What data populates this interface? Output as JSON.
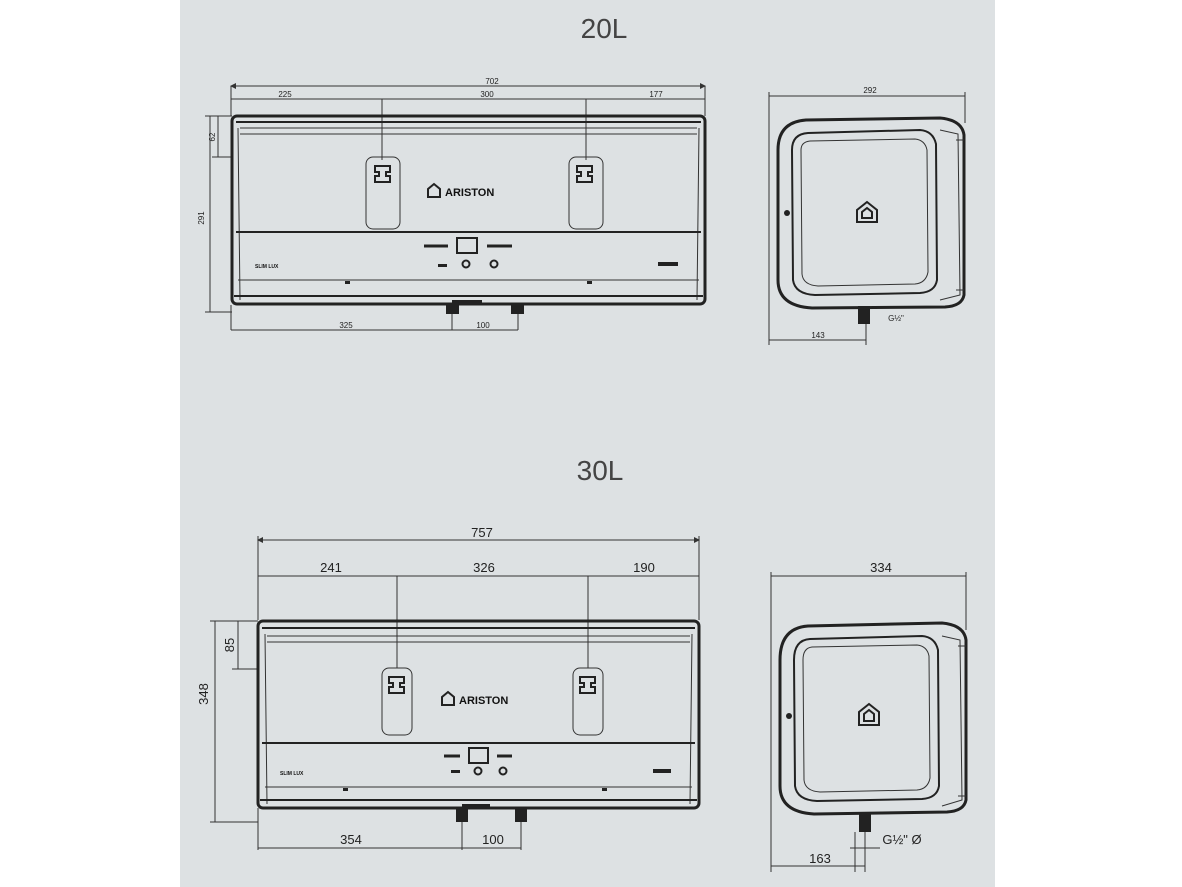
{
  "heater_20l": {
    "title": "20L",
    "front": {
      "overall_width": "702",
      "seg_left": "225",
      "seg_mid": "300",
      "seg_right": "177",
      "top_offset": "62",
      "height": "291",
      "bottom_left": "325",
      "bottom_pipe": "100"
    },
    "side": {
      "depth": "292",
      "pipe_offset": "143",
      "pipe_thread": "G½\""
    },
    "brand": "ARISTON",
    "model_badge": "SLIM LUX"
  },
  "heater_30l": {
    "title": "30L",
    "front": {
      "overall_width": "757",
      "seg_left": "241",
      "seg_mid": "326",
      "seg_right": "190",
      "top_offset": "85",
      "height": "348",
      "bottom_left": "354",
      "bottom_pipe": "100"
    },
    "side": {
      "depth": "334",
      "pipe_offset": "163",
      "pipe_thread": "G½\" Ø"
    },
    "brand": "ARISTON",
    "model_badge": "SLIM LUX"
  },
  "colors": {
    "background": "#dde1e3",
    "line": "#222222"
  }
}
